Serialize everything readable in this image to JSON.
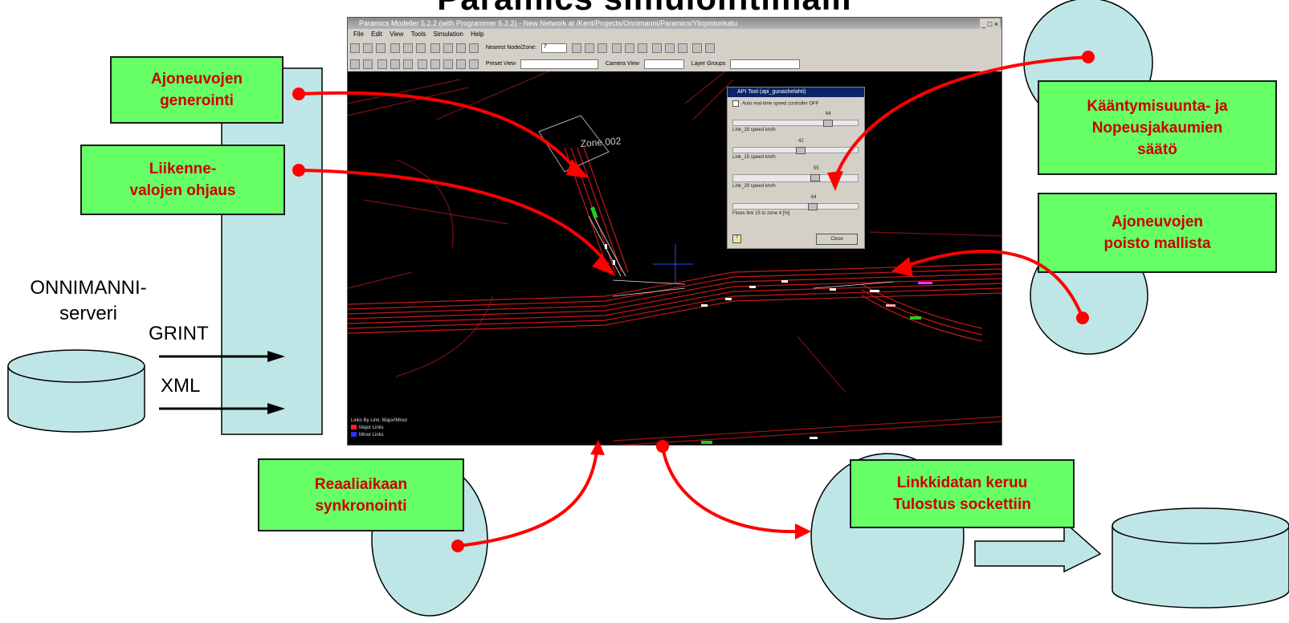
{
  "title": "Paramics simulointimalli",
  "app_window": {
    "title": "Paramics Modeller 5.2.2 (with Programmer 5.2.2) - New Network at /Kent/Projects/Onnimanni/Paramics/Yliopistonkatu",
    "menu": [
      "File",
      "Edit",
      "View",
      "Tools",
      "Simulation",
      "Help"
    ],
    "toolbar_labels": {
      "nearest_node": "Nearest Node/Zone:",
      "nearest_node_value": "7",
      "preset_view": "Preset View",
      "camera_view": "Camera View",
      "layer_groups": "Layer Groups"
    },
    "zone_label": "Zone 002",
    "legend": {
      "title": "Links By Link: Major/Minor",
      "items": [
        {
          "label": "Major Links",
          "color": "#ff2222"
        },
        {
          "label": "Minor Links",
          "color": "#2233ff"
        }
      ]
    },
    "api_tool": {
      "title": "API Tool (api_gunashelahti)",
      "checkbox_label": "Auto real-time speed controller OFF",
      "sliders": [
        {
          "value": "64",
          "label": "Link_18 speed km/h",
          "fraction": 0.72
        },
        {
          "value": "42",
          "label": "Link_15 speed km/h",
          "fraction": 0.5
        },
        {
          "value": "55",
          "label": "Link_29 speed km/h",
          "fraction": 0.62
        },
        {
          "value": "64",
          "label": "Flows link 15 to zone 4 [%]",
          "fraction": 0.6
        }
      ],
      "close_label": "Close"
    }
  },
  "green_boxes": {
    "ajoneuvojen_generointi": "Ajoneuvojen\ngenerointi",
    "liikennevalojen_ohjaus": "Liikenne-\nvalojen ohjaus",
    "kaantymisuunta": "Kääntymisuunta- ja\nNopeusjakaumien\nsäätö",
    "ajoneuvojen_poisto": "Ajoneuvojen\npoisto mallista",
    "reaaliaikaan": "Reaaliaikaan\nsynkronointi",
    "linkkidatan": "Linkkidatan keruu\nTulostus sockettiin"
  },
  "server_label": "ONNIMANNI-\nserveri",
  "grint_label": "GRINT",
  "xml_label": "XML",
  "colors": {
    "box_fill": "#66ff66",
    "box_text": "#cc0000",
    "arrow": "#ff0000",
    "shape_fill": "#bfe6e6"
  }
}
